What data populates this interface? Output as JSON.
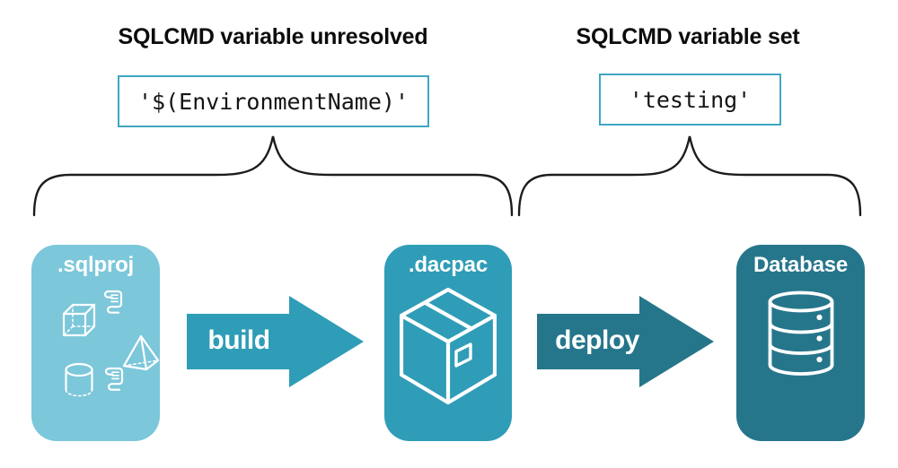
{
  "annotations": {
    "left": {
      "heading": "SQLCMD variable unresolved",
      "code": "'$(EnvironmentName)'"
    },
    "right": {
      "heading": "SQLCMD variable set",
      "code": "'testing'"
    }
  },
  "pipeline": {
    "nodes": [
      {
        "id": "sqlproj",
        "label": ".sqlproj",
        "color": "#7cc7da",
        "icons": [
          "cube-icon",
          "scroll-icon",
          "pyramid-icon",
          "cylinder-icon",
          "scroll-icon"
        ]
      },
      {
        "id": "dacpac",
        "label": ".dacpac",
        "color": "#2f9db7",
        "icons": [
          "package-icon"
        ]
      },
      {
        "id": "database",
        "label": "Database",
        "color": "#26768b",
        "icons": [
          "database-icon"
        ]
      }
    ],
    "arrows": [
      {
        "label": "build",
        "color": "#2f9db7"
      },
      {
        "label": "deploy",
        "color": "#26768b"
      }
    ]
  },
  "colors": {
    "background": "#ffffff",
    "code_box_border": "#3fa7c1",
    "brace_stroke": "#1c1c1c",
    "heading_text": "#0c0c0c",
    "icon_stroke": "#ffffff"
  }
}
